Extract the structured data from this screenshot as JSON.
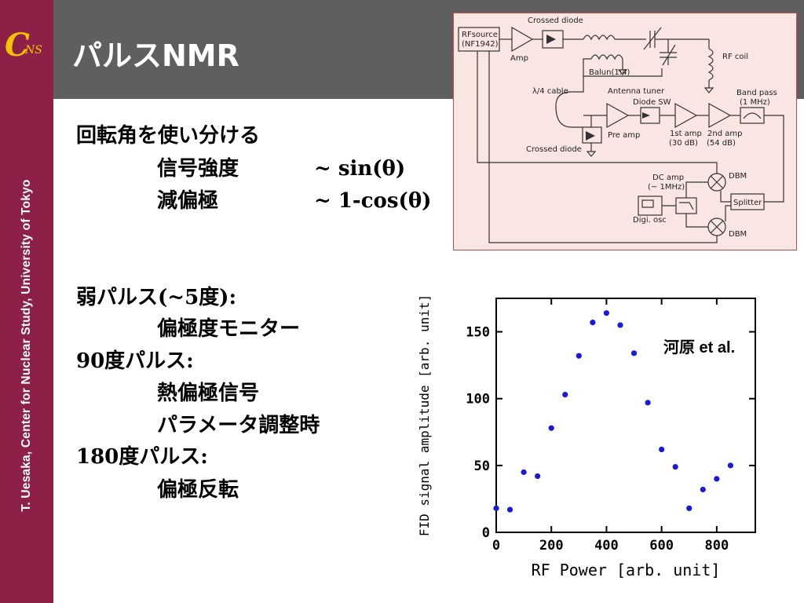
{
  "sidebar": {
    "logo_big": "C",
    "logo_small": "NS",
    "vertical_text": "T. Uesaka, Center for Nuclear Study, University of Tokyo",
    "color": "#8c2047",
    "logo_color": "#f2c300"
  },
  "header": {
    "title": "パルスNMR",
    "color": "#5f5f5f"
  },
  "body": {
    "l1": "回転角を使い分ける",
    "l2a": "信号強度",
    "l2b": "~ sin(θ)",
    "l3a": "減偏極",
    "l3b": "~ 1-cos(θ)",
    "l4": "弱パルス(~5度):",
    "l5": "偏極度モニター",
    "l6": "90度パルス:",
    "l7": "熱偏極信号",
    "l8": "パラメータ調整時",
    "l9": "180度パルス:",
    "l10": "偏極反転"
  },
  "circuit": {
    "rf_source": "RFsource",
    "rf_source_model": "(NF1942)",
    "amp": "Amp",
    "crossed_diode_top": "Crossed diode",
    "balun": "Balun(1:4)",
    "rf_coil": "RF coil",
    "cable": "λ/4 cable",
    "antenna_tuner": "Antenna tuner",
    "diode_sw": "Diode SW",
    "band_pass": "Band pass",
    "band_pass_freq": "(1 MHz)",
    "pre_amp": "Pre amp",
    "amp1": "1st amp",
    "amp1_gain": "(30 dB)",
    "amp2": "2nd amp",
    "amp2_gain": "(54 dB)",
    "crossed_diode_bottom": "Crossed diode",
    "dc_amp": "DC amp",
    "dc_amp_freq": "(~ 1MHz)",
    "dbm_top": "DBM",
    "dbm_bottom": "DBM",
    "splitter": "Splitter",
    "digi_osc": "Digi. osc"
  },
  "chart_data": {
    "type": "scatter",
    "x": [
      0,
      50,
      100,
      150,
      200,
      250,
      300,
      350,
      400,
      450,
      500,
      550,
      600,
      650,
      700,
      750,
      800,
      850
    ],
    "y": [
      18,
      17,
      45,
      42,
      78,
      103,
      132,
      157,
      164,
      155,
      134,
      97,
      62,
      49,
      18,
      32,
      40,
      50
    ],
    "xlabel": "RF Power [arb. unit]",
    "ylabel": "FID signal amplitude [arb. unit]",
    "xlim": [
      0,
      940
    ],
    "ylim": [
      0,
      175
    ],
    "xticks": [
      0,
      200,
      400,
      600,
      800
    ],
    "yticks": [
      0,
      50,
      100,
      150
    ],
    "grid": false,
    "point_color": "#1a1ad6",
    "annotation": "河原 et al."
  }
}
